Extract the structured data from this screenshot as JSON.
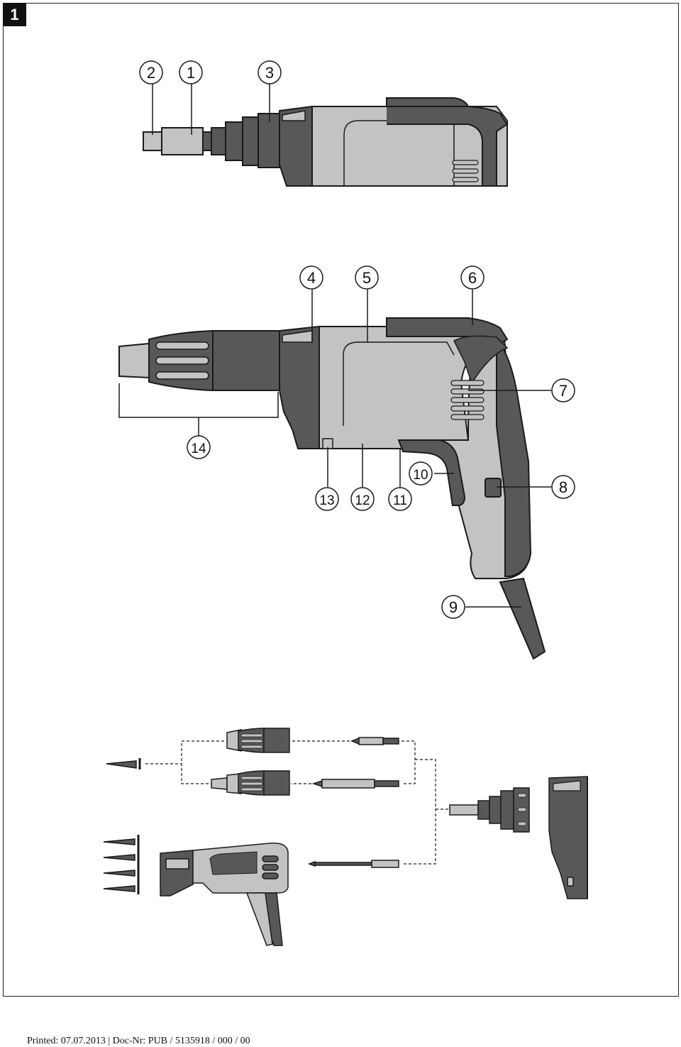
{
  "figure_number": "1",
  "callouts": {
    "c1": "1",
    "c2": "2",
    "c3": "3",
    "c4": "4",
    "c5": "5",
    "c6": "6",
    "c7": "7",
    "c8": "8",
    "c9": "9",
    "c10": "10",
    "c11": "11",
    "c12": "12",
    "c13": "13",
    "c14": "14"
  },
  "colors": {
    "body_light": "#c2c3c5",
    "body_dark": "#58585a",
    "outline": "#1a1a1a"
  },
  "footer": "Printed: 07.07.2013 | Doc-Nr: PUB / 5135918 / 000 / 00"
}
